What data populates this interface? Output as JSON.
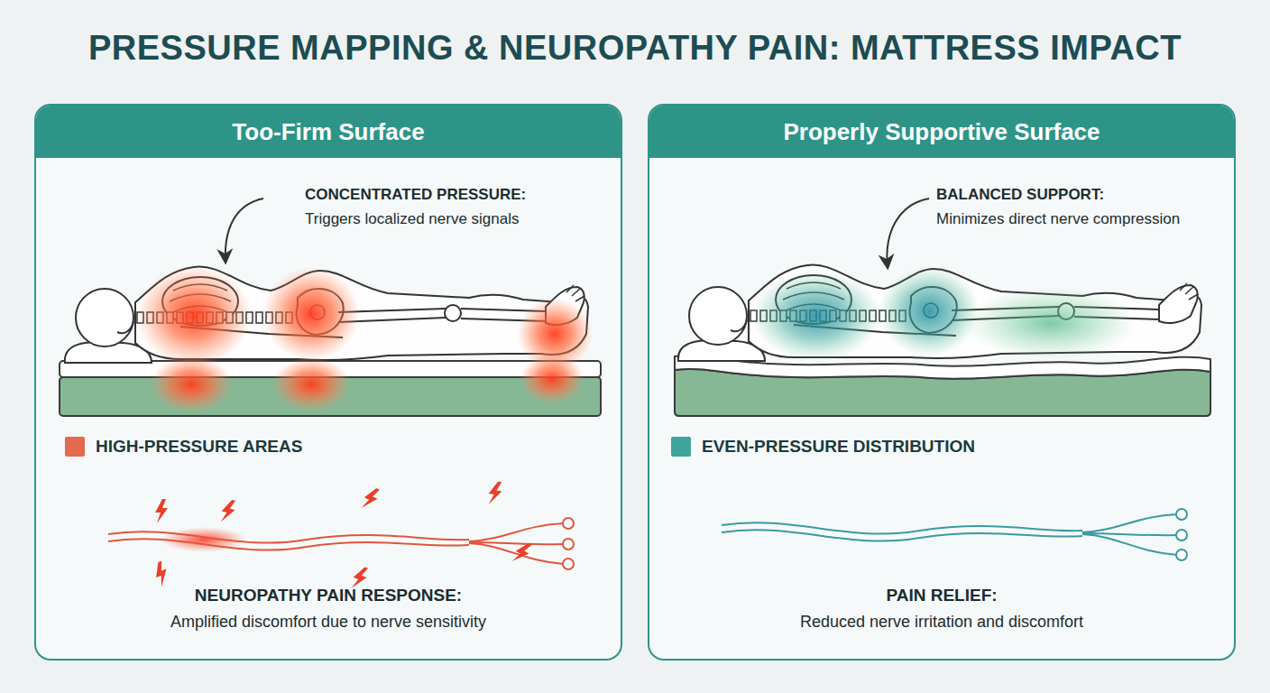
{
  "diagram": {
    "title": "PRESSURE MAPPING & NEUROPATHY PAIN: MATTRESS IMPACT",
    "nodes": [
      {
        "text": [
          "Too-Firm Surface"
        ]
      },
      {
        "text": [
          "Properly Supportive Surface"
        ]
      }
    ],
    "labels": [
      "CONCENTRATED PRESSURE:",
      "Triggers localized nerve signals",
      "NEUROPATHY PAIN RESPONSE:",
      "Amplified discomfort due to nerve sensitivity",
      "BALANCED SUPPORT:",
      "Minimizes direct nerve compression",
      "PAIN RELIEF:",
      "Reduced nerve irritation and discomfort"
    ],
    "legend": [
      {
        "text": "HIGH-PRESSURE AREAS",
        "color": "#e3694f"
      },
      {
        "text": "EVEN-PRESSURE DISTRIBUTION",
        "color": "#3fa49c"
      }
    ]
  }
}
